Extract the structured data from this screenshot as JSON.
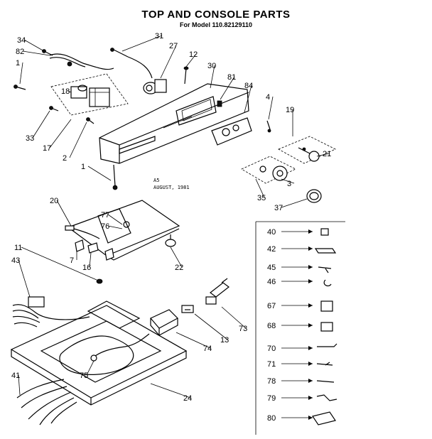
{
  "title": "TOP AND CONSOLE PARTS",
  "subtitle": "For Model 110.82129110",
  "note_line1": "A5",
  "note_line2": "AUGUST, 1981",
  "callouts": [
    "34",
    "82",
    "1",
    "31",
    "27",
    "12",
    "30",
    "81",
    "84",
    "4",
    "19",
    "18",
    "33",
    "17",
    "2",
    "1",
    "21",
    "3",
    "35",
    "37",
    "20",
    "77",
    "76",
    "11",
    "43",
    "7",
    "16",
    "22",
    "73",
    "13",
    "74",
    "75",
    "41",
    "24"
  ],
  "legend_parts": [
    "40",
    "42",
    "45",
    "46",
    "67",
    "68",
    "70",
    "71",
    "78",
    "79",
    "80"
  ]
}
